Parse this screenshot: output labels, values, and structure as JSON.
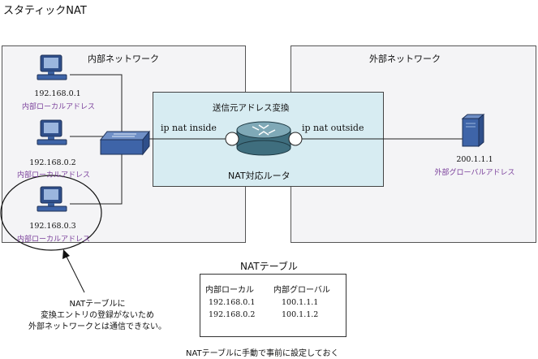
{
  "title": "スタティックNAT",
  "inside": {
    "label": "内部ネットワーク",
    "hosts": [
      {
        "ip": "192.168.0.1",
        "sub": "内部ローカルアドレス"
      },
      {
        "ip": "192.168.0.2",
        "sub": "内部ローカルアドレス"
      },
      {
        "ip": "192.168.0.3",
        "sub": "内部ローカルアドレス"
      }
    ]
  },
  "outside": {
    "label": "外部ネットワーク",
    "server_ip": "200.1.1.1",
    "server_sub": "外部グローバルアドレス"
  },
  "router": {
    "title": "送信元アドレス変換",
    "inside_if": "ip nat inside",
    "outside_if": "ip nat outside",
    "label": "NAT対応ルータ"
  },
  "nat_table": {
    "title": "NATテーブル",
    "headers": [
      "内部ローカル",
      "内部グローバル"
    ],
    "rows": [
      [
        "192.168.0.1",
        "100.1.1.1"
      ],
      [
        "192.168.0.2",
        "100.1.1.2"
      ]
    ],
    "caption": "NATテーブルに手動で事前に設定しておく"
  },
  "note": {
    "lines": [
      "NATテーブルに",
      "変換エントリの登録がないため",
      "外部ネットワークとは通信できない。"
    ]
  },
  "colors": {
    "zone_bg": "#f4f4f6",
    "router_bg": "#d7ecf2",
    "purple": "#7a3f9b",
    "device_blue": "#3a5f9e"
  }
}
